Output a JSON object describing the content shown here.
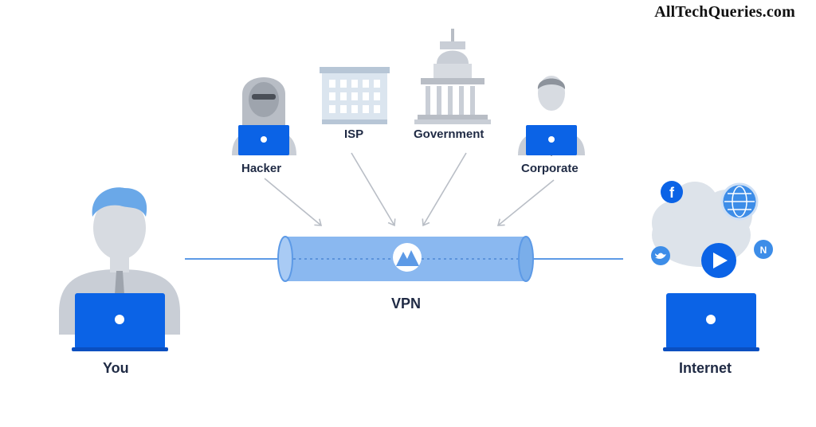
{
  "watermark": "AllTechQueries.com",
  "nodes": {
    "you": "You",
    "internet": "Internet",
    "hacker": "Hacker",
    "isp": "ISP",
    "government": "Government",
    "corporate": "Corporate",
    "vpn": "VPN"
  },
  "icons": [
    "user-laptop-icon",
    "hooded-hacker-icon",
    "isp-building-icon",
    "capitol-dome-icon",
    "businessman-icon",
    "cloud-icon",
    "facebook-icon",
    "twitter-icon",
    "globe-icon",
    "play-icon",
    "netflix-icon",
    "laptop-icon",
    "vpn-mountain-logo-icon"
  ],
  "colors": {
    "accent": "#0b63e6",
    "tunnel": "#8ab8f0",
    "tunnel_edge": "#5d9ae6",
    "figure_gray": "#c9ced6",
    "label": "#1f2a44"
  }
}
